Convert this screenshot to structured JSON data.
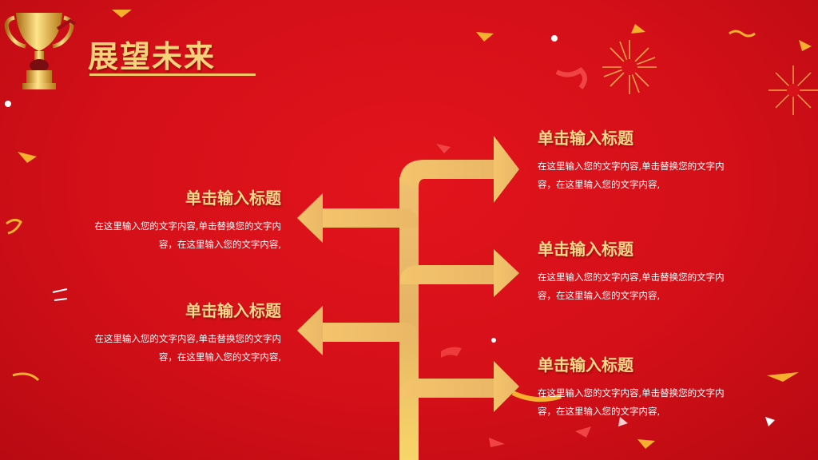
{
  "slide": {
    "title": "展望未来"
  },
  "left_items": [
    {
      "title": "单击输入标题",
      "desc_line1": "在这里输入您的文字内容,单击替换您的文字内",
      "desc_line2": "容，在这里输入您的文字内容,"
    },
    {
      "title": "单击输入标题",
      "desc_line1": "在这里输入您的文字内容,单击替换您的文字内",
      "desc_line2": "容，在这里输入您的文字内容,"
    }
  ],
  "right_items": [
    {
      "title": "单击输入标题",
      "desc_line1": "在这里输入您的文字内容,单击替换您的文字内",
      "desc_line2": "容，在这里输入您的文字内容,"
    },
    {
      "title": "单击输入标题",
      "desc_line1": "在这里输入您的文字内容,单击替换您的文字内",
      "desc_line2": "容，在这里输入您的文字内容,"
    },
    {
      "title": "单击输入标题",
      "desc_line1": "在这里输入您的文字内容,单击替换您的文字内",
      "desc_line2": "容，在这里输入您的文字内容,"
    }
  ],
  "colors": {
    "background": "#d9111a",
    "gold": "#f1c863",
    "text": "#ffffff"
  },
  "icons": [
    "trophy-icon",
    "firework-icon",
    "confetti-icon",
    "arrow-tree-icon"
  ]
}
